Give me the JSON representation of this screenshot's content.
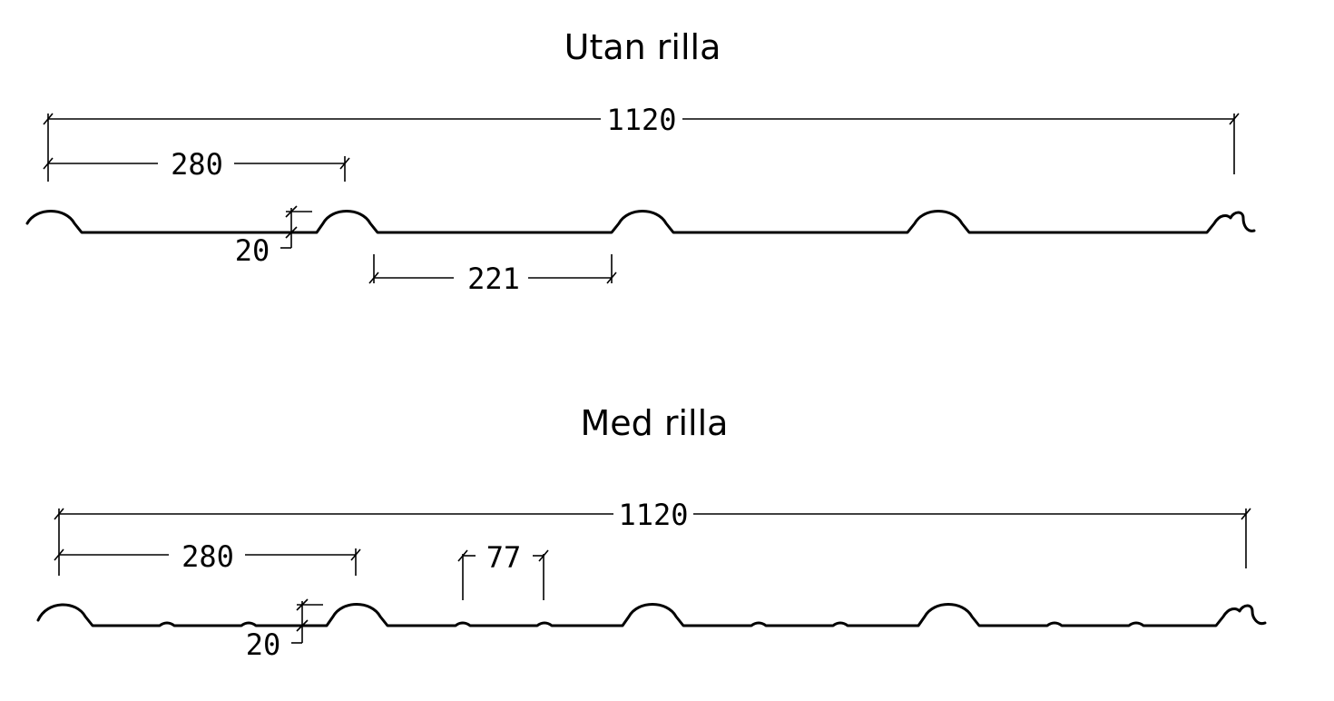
{
  "diagram": {
    "top": {
      "title": "Utan rilla",
      "dims": {
        "total": "1120",
        "pitch": "280",
        "height": "20",
        "flat": "221"
      }
    },
    "bottom": {
      "title": "Med rilla",
      "dims": {
        "total": "1120",
        "pitch": "280",
        "rib": "77",
        "height": "20"
      }
    }
  }
}
